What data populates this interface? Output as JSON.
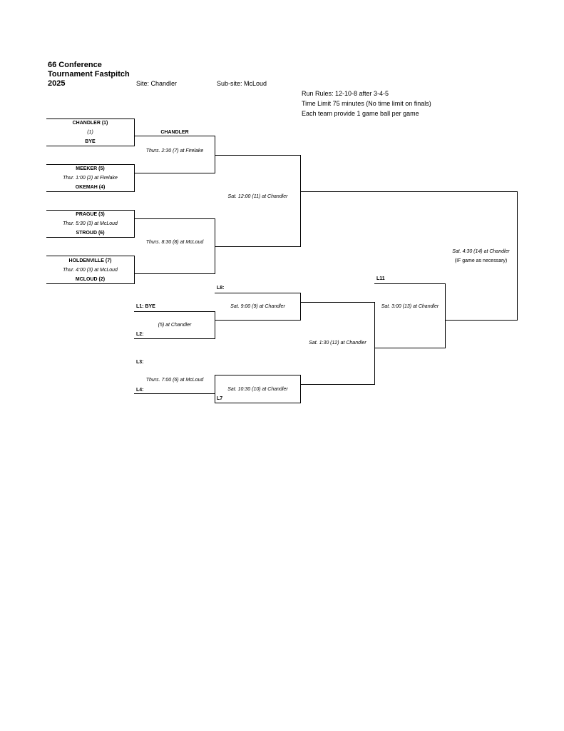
{
  "header": {
    "title_line1": "66 Conference",
    "title_line2": "Tournament Fastpitch",
    "title_line3": "2025",
    "site": "Site: Chandler",
    "subsite": "Sub-site: McLoud"
  },
  "rules": [
    "Run Rules: 12-10-8 after 3-4-5",
    "Time Limit 75 minutes (No time limit on finals)",
    "Each team provide 1 game ball per game"
  ],
  "round1": [
    {
      "top": "CHANDLER (1)",
      "game": "(1)",
      "bottom": "BYE"
    },
    {
      "top": "MEEKER (5)",
      "game": "Thur. 1:00 (2) at Firelake",
      "bottom": "OKEMAH (4)"
    },
    {
      "top": "PRAGUE (3)",
      "game": "Thur. 5:30 (3) at McLoud",
      "bottom": "STROUD (6)"
    },
    {
      "top": "HOLDENVILLE (7)",
      "game": "Thur. 4:00 (3) at McLoud",
      "bottom": "MCLOUD (2)"
    }
  ],
  "round2": {
    "winner1": "CHANDLER",
    "game7": "Thurs. 2:30 (7) at Firelake",
    "game8": "Thurs. 8:30 (8) at McLoud"
  },
  "semis": {
    "game11": "Sat. 12:00 (11) at Chandler"
  },
  "final": {
    "game14": "Sat. 4:30 (14) at Chandler",
    "game14_note": "(IF game as necessary)"
  },
  "consolation": {
    "l1": "L1: BYE",
    "game5": "(5) at Chandler",
    "l2": "L2:",
    "l3": "L3:",
    "game6": "Thurs. 7:00 (6) at McLoud",
    "l4": "L4:",
    "l8": "L8:",
    "game9": "Sat. 9:00 (9) at Chandler",
    "game10": "Sat. 10:30 (10) at Chandler",
    "l7": "L7",
    "game12": "Sat. 1:30 (12) at Chandler",
    "l11": "L11",
    "game13": "Sat. 3:00 (13) at Chandler"
  }
}
